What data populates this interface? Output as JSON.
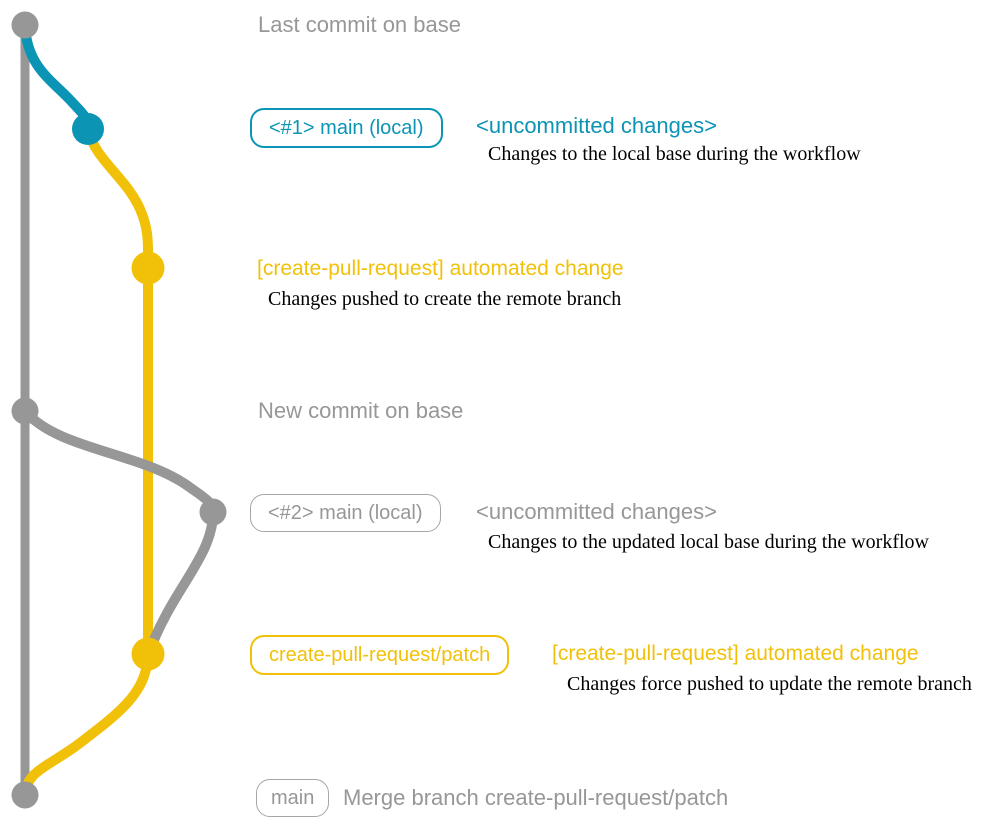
{
  "colors": {
    "gray": "#979797",
    "teal": "#0c94b5",
    "yellow": "#f1c109",
    "black": "#000000",
    "white": "#ffffff"
  },
  "branches": {
    "base": "base (gray)",
    "main_local": "main local changes (teal)",
    "create_pull_request_patch": "create-pull-request/patch (yellow)"
  },
  "annotations": {
    "last_commit_label": "Last commit on base",
    "row1": {
      "badge": "<#1> main (local)",
      "heading": "<uncommitted changes>",
      "description": "Changes to the local base during the workflow"
    },
    "row2": {
      "heading": "[create-pull-request] automated change",
      "description": "Changes pushed to create the remote branch"
    },
    "new_commit_label": "New commit on base",
    "row3": {
      "badge": "<#2> main (local)",
      "heading": "<uncommitted changes>",
      "description": "Changes to the updated local base during the workflow"
    },
    "row4": {
      "badge": "create-pull-request/patch",
      "heading": "[create-pull-request] automated change",
      "description": "Changes force pushed to update the remote branch"
    },
    "row5": {
      "badge": "main",
      "heading": "Merge branch create-pull-request/patch"
    }
  }
}
